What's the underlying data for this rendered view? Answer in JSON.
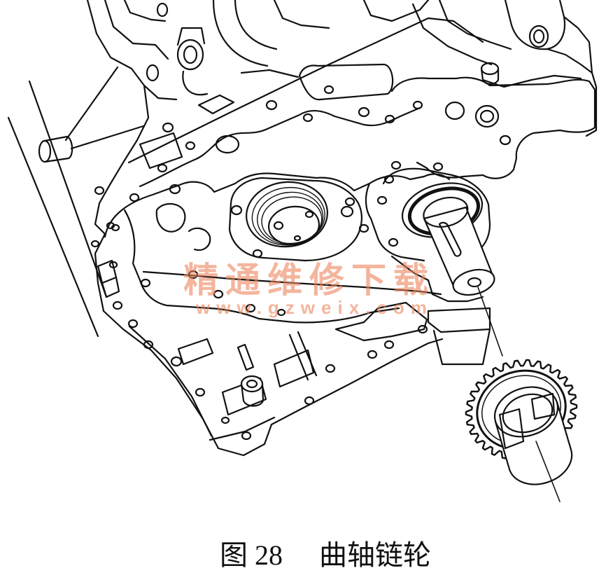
{
  "figure": {
    "caption_label": "图 28",
    "caption_title": "曲轴链轮"
  },
  "watermark": {
    "text": "精通维修下载",
    "url": "www.gzweix.com"
  },
  "colors": {
    "line_art": "#111111",
    "watermark": "#ec845c",
    "background": "#ffffff"
  }
}
